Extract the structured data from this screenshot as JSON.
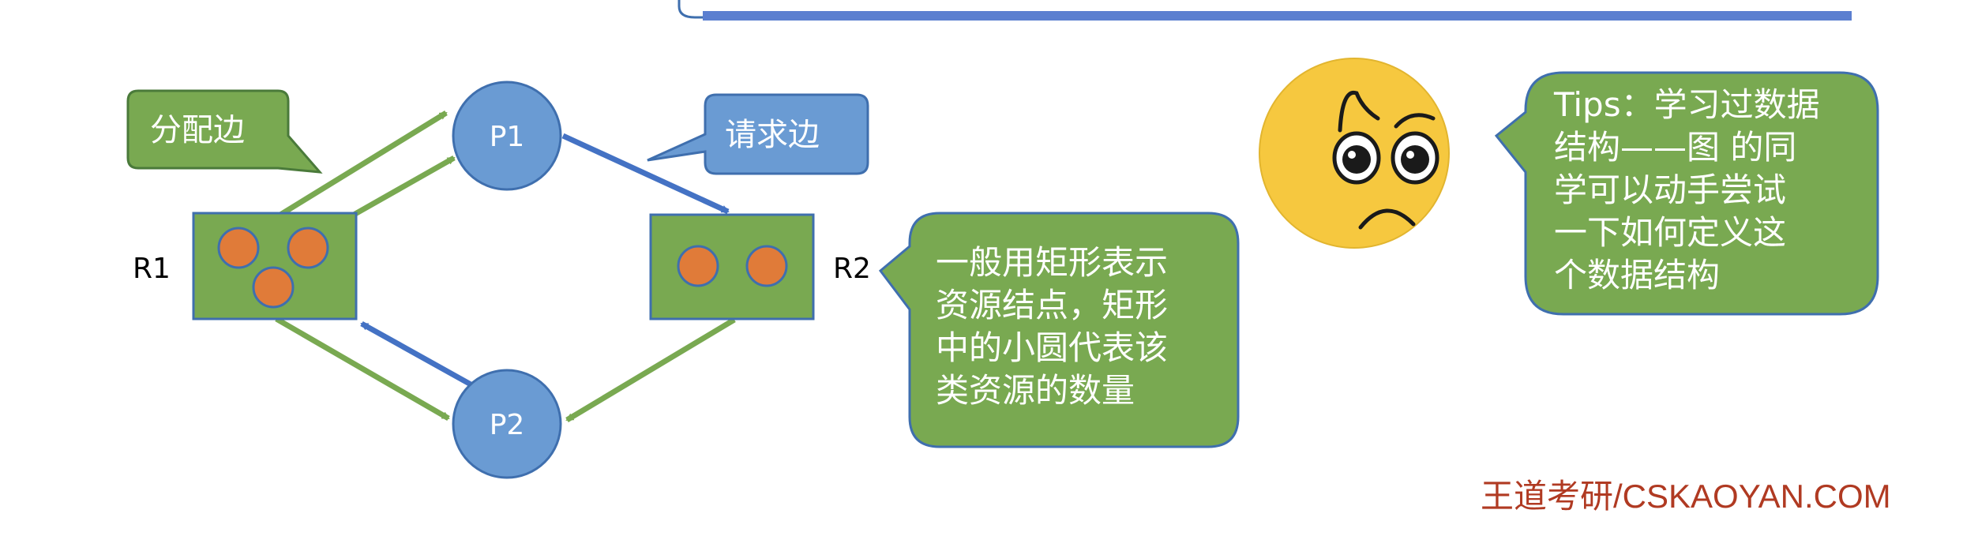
{
  "nodes": {
    "r1": "R1",
    "r2": "R2",
    "p1": "P1",
    "p2": "P2"
  },
  "callouts": {
    "allocation_edge": "分配边",
    "request_edge": "请求边",
    "resource_desc": [
      "一般用矩形表示",
      "资源结点，矩形",
      "中的小圆代表该",
      "类资源的数量"
    ],
    "tips": [
      "Tips：学习过数据",
      "结构——图 的同",
      "学可以动手尝试",
      "一下如何定义这",
      "个数据结构"
    ]
  },
  "footer": "王道考研/CSKAOYAN.COM",
  "colors": {
    "green_fill": "#79a951",
    "green_border": "#4a7a3a",
    "blue_fill": "#6a9bd3",
    "blue_border": "#3f6fae",
    "allocation_arrow": "#79a951",
    "request_arrow": "#4472c4",
    "token_fill": "#e07b39",
    "top_bar": "#5b7fd0",
    "emoji_face": "#f6c83f",
    "footer_text": "#b03a22"
  },
  "icons": {
    "face": "worried-face-icon"
  }
}
